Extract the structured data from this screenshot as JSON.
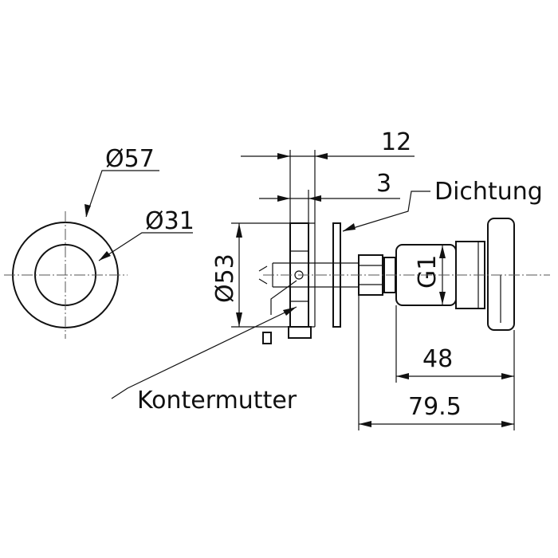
{
  "labels": {
    "outer_diameter": "Ø57",
    "inner_diameter": "Ø31",
    "flange_diameter": "Ø53",
    "dim_12": "12",
    "dim_3": "3",
    "dim_48": "48",
    "dim_79_5": "79.5",
    "thread": "G1",
    "gasket": "Dichtung",
    "lock_nut": "Kontermutter"
  }
}
